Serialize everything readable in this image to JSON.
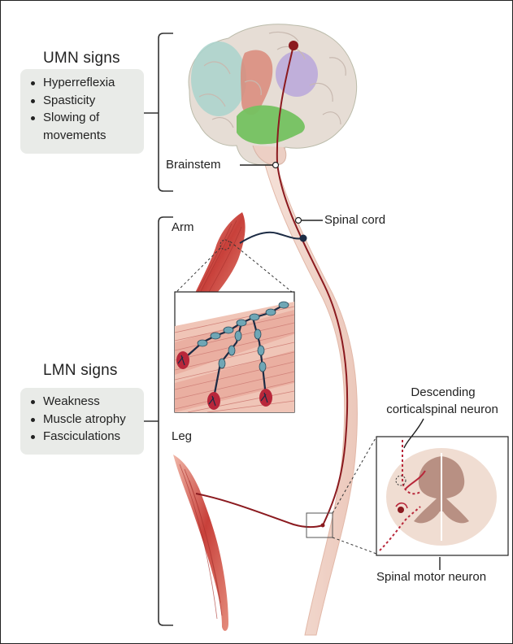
{
  "umn": {
    "heading": "UMN signs",
    "signs": [
      "Hyperreflexia",
      "Spasticity",
      "Slowing of",
      "movements"
    ]
  },
  "lmn": {
    "heading": "LMN signs",
    "signs": [
      "Weakness",
      "Muscle atrophy",
      "Fasciculations"
    ]
  },
  "labels": {
    "brainstem": "Brainstem",
    "spinal_cord": "Spinal cord",
    "arm": "Arm",
    "leg": "Leg",
    "descending_line1": "Descending",
    "descending_line2": "corticalspinal neuron",
    "spinal_motor_neuron": "Spinal motor neuron"
  },
  "colors": {
    "neuron": "#8b1a1f",
    "spinal_cord": "#f2d9cf",
    "muscle": "#c8403a",
    "brain_green": "#74c160",
    "brain_purple": "#b9a7da",
    "brain_red": "#d98a7a",
    "brain_teal": "#a9d3cc",
    "nerve_terminal": "#6fa6b5",
    "box_bg": "#e9ebe8"
  }
}
